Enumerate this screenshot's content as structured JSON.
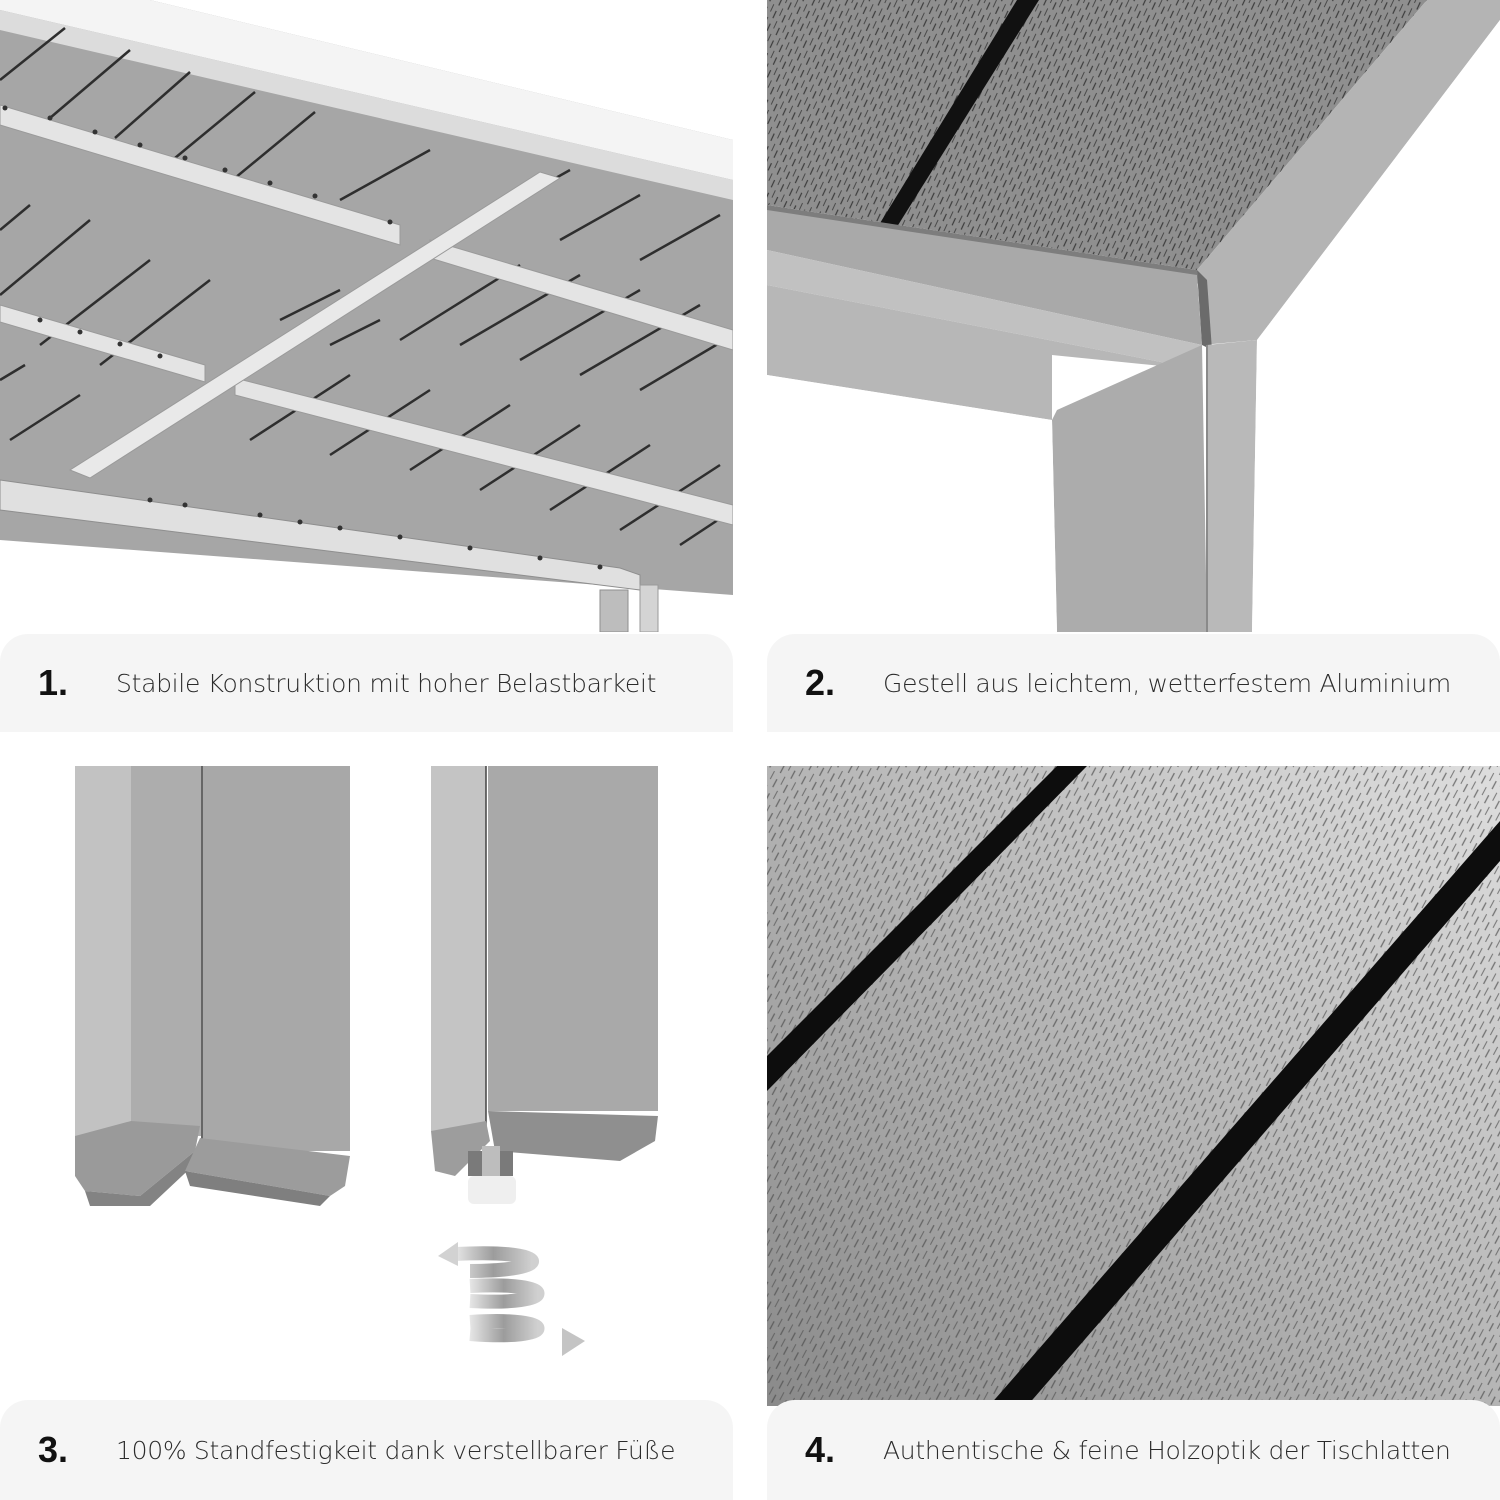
{
  "colors": {
    "background": "#ffffff",
    "caption_bg": "#f5f5f5",
    "caption_number": "#111111",
    "caption_text": "#2b2b2b",
    "aluminium_light": "#c9c9c9",
    "aluminium_mid": "#b0b0b0",
    "aluminium_dark": "#8e8e8e",
    "slat_grey": "#a3a3a3",
    "slat_dark": "#707070",
    "gap_black": "#111111"
  },
  "features": [
    {
      "number": "1.",
      "text": "Stabile Konstruktion mit hoher Belastbarkeit",
      "image": "table-underside-frame"
    },
    {
      "number": "2.",
      "text": "Gestell aus leichtem, wetterfestem Aluminium",
      "image": "table-corner-aluminium-frame"
    },
    {
      "number": "3.",
      "text": "100% Standfestigkeit dank verstellbarer Füße",
      "image": "adjustable-leg-feet"
    },
    {
      "number": "4.",
      "text": "Authentische & feine Holzoptik der Tischlatten",
      "image": "wood-grain-slats-closeup"
    }
  ]
}
